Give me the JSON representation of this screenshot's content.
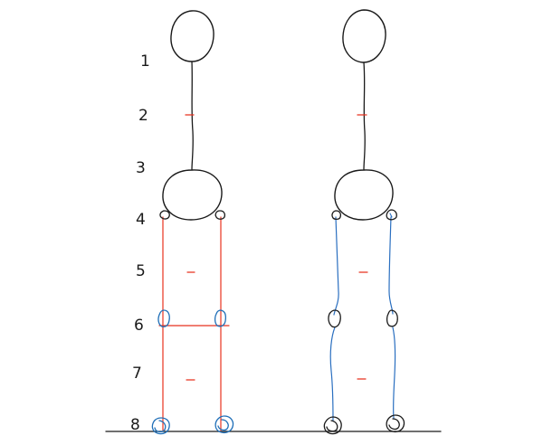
{
  "row_labels": [
    "1",
    "2",
    "3",
    "4",
    "5",
    "6",
    "7",
    "8"
  ],
  "colors": {
    "ink": "#1a1a1a",
    "guide": "#e8321f",
    "joint": "#1f6fb8",
    "leg_blue": "#2a6fc0",
    "background": "#ffffff"
  },
  "figures": [
    {
      "name": "left-stick-figure",
      "leg_style": "straight-red-guides"
    },
    {
      "name": "right-stick-figure",
      "leg_style": "wavy-blue-legs"
    }
  ],
  "icons": {
    "joint": "circle-scribble",
    "tick": "short-dash"
  }
}
